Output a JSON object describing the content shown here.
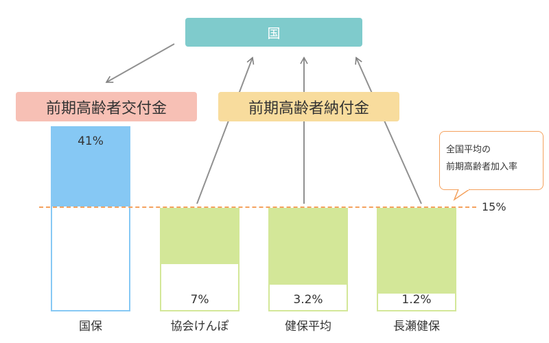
{
  "top_box": {
    "label": "国"
  },
  "left_box": {
    "label": "前期高齢者交付金"
  },
  "right_box": {
    "label": "前期高齢者納付金"
  },
  "callout": {
    "line1": "全国平均の",
    "line2": "前期高齢者加入率"
  },
  "avg_line": {
    "label": "15%",
    "color": "#f4a15d"
  },
  "colors": {
    "blue": "#86c8f4",
    "green": "#d3e798",
    "teal": "#7fcbcc",
    "pink": "#f7c0b5",
    "yellow": "#f8dc9d"
  },
  "columns": [
    {
      "name": "国保",
      "rate": "41%"
    },
    {
      "name": "協会けんぽ",
      "rate": "7%"
    },
    {
      "name": "健保平均",
      "rate": "3.2%"
    },
    {
      "name": "長瀬健保",
      "rate": "1.2%"
    }
  ]
}
